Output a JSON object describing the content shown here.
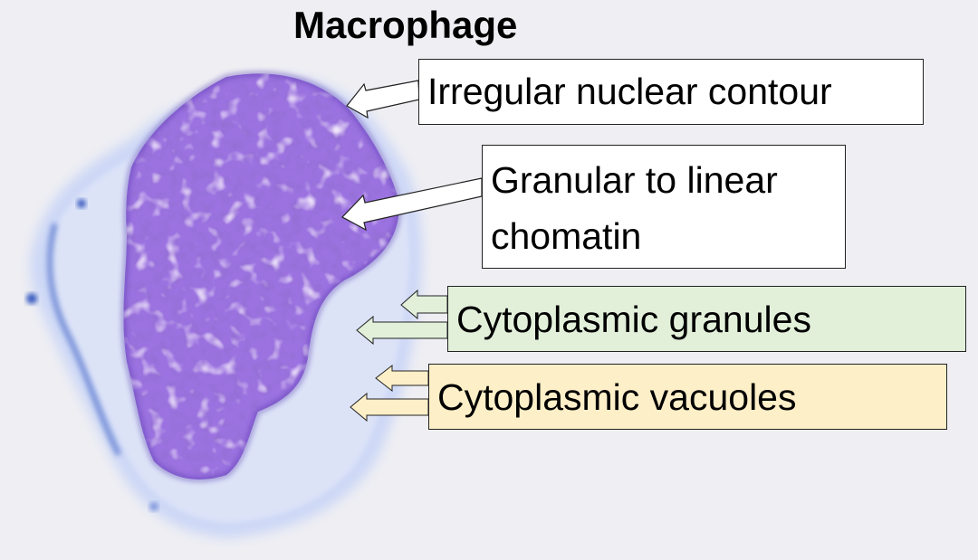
{
  "title": "Macrophage",
  "colors": {
    "background": "#eeeef3",
    "nucleus": "#8a5fd6",
    "nucleus_dark": "#4a2aa8",
    "cytoplasm": "#c8d4f4",
    "cytoplasm_edge": "#5c7fd0",
    "box_white": "#ffffff",
    "box_green": "#e2f0da",
    "box_yellow": "#fdefc8"
  },
  "labels": [
    {
      "id": "nuclear-contour",
      "text": "Irregular nuclear contour",
      "fill": "#ffffff"
    },
    {
      "id": "chromatin",
      "line1": "Granular to linear",
      "line2": "chomatin",
      "fill": "#ffffff"
    },
    {
      "id": "granules",
      "text": "Cytoplasmic granules",
      "fill": "#e2f0da"
    },
    {
      "id": "vacuoles",
      "text": "Cytoplasmic vacuoles",
      "fill": "#fdefc8"
    }
  ]
}
